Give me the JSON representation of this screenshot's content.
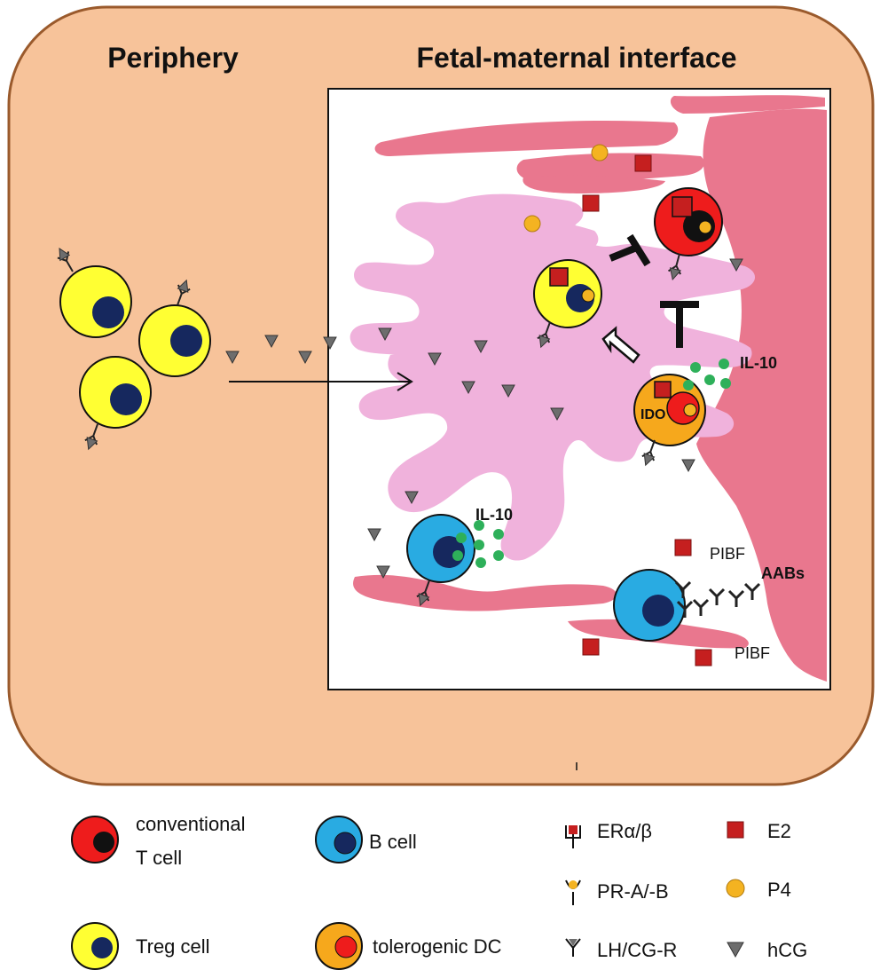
{
  "panel": {
    "periphery_title": "Periphery",
    "interface_title": "Fetal-maternal interface"
  },
  "labels": {
    "il10_dc": "IL-10",
    "il10_bcell": "IL-10",
    "ido": "IDO",
    "pibf_top": "PIBF",
    "pibf_bottom": "PIBF",
    "aabs": "AABs"
  },
  "legend": {
    "conventional_t_line1": "conventional",
    "conventional_t_line2": "T cell",
    "treg": "Treg cell",
    "bcell": "B cell",
    "tolerogenic_dc": "tolerogenic DC",
    "er": "ERα/β",
    "pr": "PR-A/-B",
    "lhcgr": "LH/CG-R",
    "e2": "E2",
    "p4": "P4",
    "hcg": "hCG"
  },
  "colors": {
    "panel_bg": "#f7c39a",
    "panel_border": "#9a5a2c",
    "tissue_red": "#e9778e",
    "villi_pink": "#f0b2dc",
    "treg_yellow": "#ffff33",
    "nucleus_navy": "#16285e",
    "conv_t_red": "#ee1c1c",
    "bcell_blue": "#29abe2",
    "dc_orange": "#f6a81c",
    "il10_green": "#2eb05a",
    "e2_red": "#c51f1f",
    "p4_gold": "#f4b321",
    "hcg_gray": "#6d6d6d"
  }
}
